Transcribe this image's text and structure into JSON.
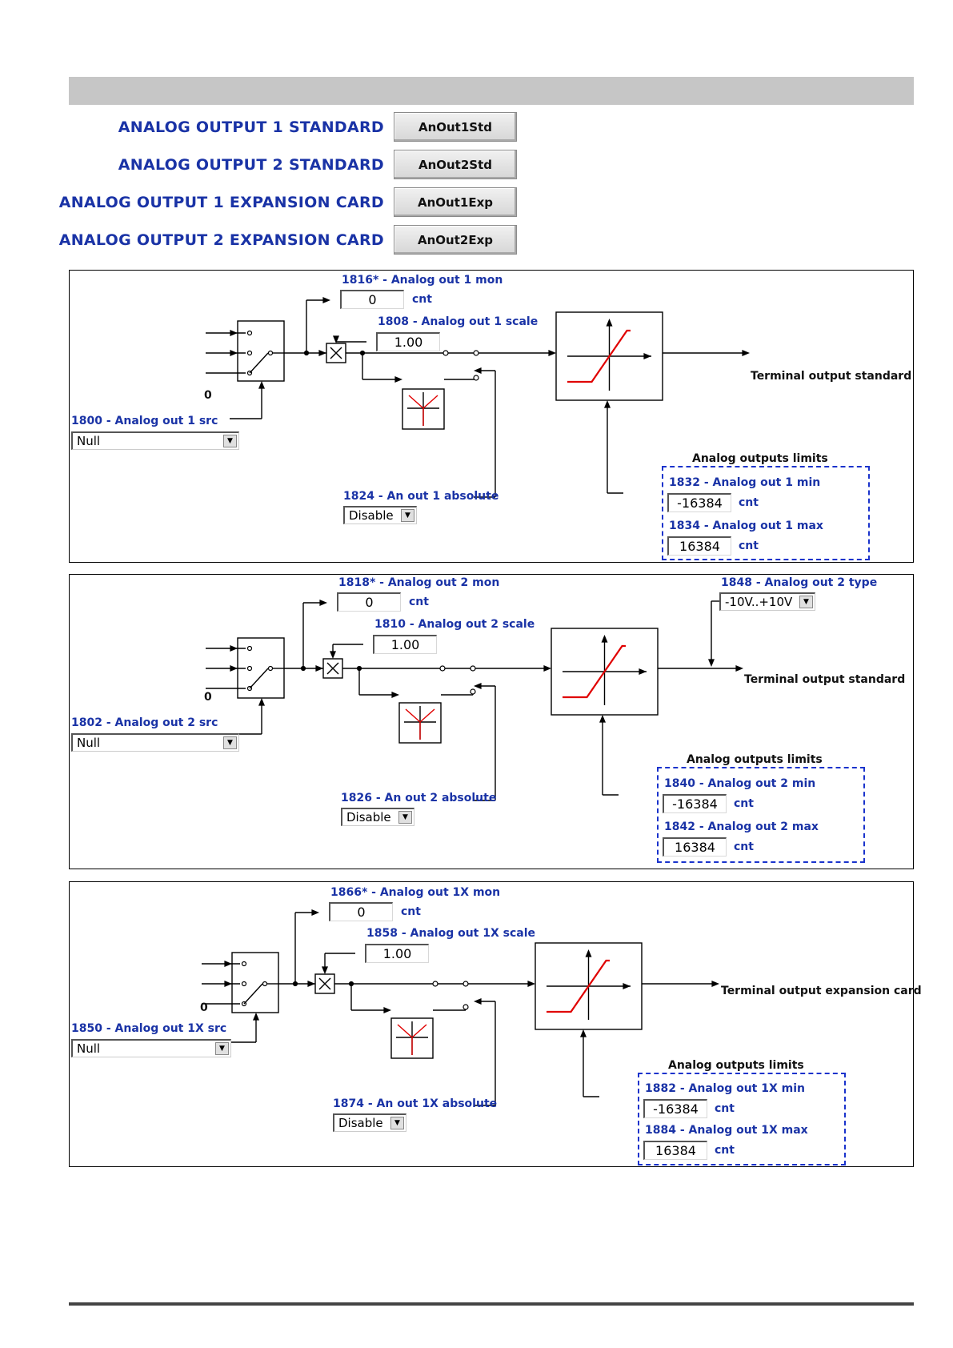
{
  "nav": [
    {
      "label": "ANALOG OUTPUT 1 STANDARD",
      "button": "AnOut1Std"
    },
    {
      "label": "ANALOG OUTPUT 2 STANDARD",
      "button": "AnOut2Std"
    },
    {
      "label": "ANALOG OUTPUT 1 EXPANSION CARD",
      "button": "AnOut1Exp"
    },
    {
      "label": "ANALOG OUTPUT 2 EXPANSION CARD",
      "button": "AnOut2Exp"
    }
  ],
  "colors": {
    "label_blue": "#1a33a6",
    "limits_border": "#1a33cc",
    "ramp_red": "#e00000"
  },
  "panels": [
    {
      "mon_label": "1816* - Analog out 1 mon",
      "mon_value": "0",
      "mon_unit": "cnt",
      "scale_label": "1808 - Analog out 1 scale",
      "scale_value": "1.00",
      "zero_input": "0",
      "src_label": "1800 - Analog out 1 src",
      "src_value": "Null",
      "abs_label": "1824 - An out 1 absolute",
      "abs_value": "Disable",
      "output_label": "Terminal output standard",
      "limits_title": "Analog outputs limits",
      "min_label": "1832 - Analog out 1 min",
      "min_value": "-16384",
      "min_unit": "cnt",
      "max_label": "1834 - Analog out 1 max",
      "max_value": "16384",
      "max_unit": "cnt"
    },
    {
      "mon_label": "1818* - Analog out 2 mon",
      "mon_value": "0",
      "mon_unit": "cnt",
      "scale_label": "1810 - Analog out 2 scale",
      "scale_value": "1.00",
      "zero_input": "0",
      "src_label": "1802 - Analog out 2 src",
      "src_value": "Null",
      "abs_label": "1826 - An out 2 absolute",
      "abs_value": "Disable",
      "output_label": "Terminal output standard",
      "type_label": "1848 - Analog out 2 type",
      "type_value": "-10V..+10V",
      "limits_title": "Analog outputs limits",
      "min_label": "1840 - Analog out 2 min",
      "min_value": "-16384",
      "min_unit": "cnt",
      "max_label": "1842 - Analog out 2 max",
      "max_value": "16384",
      "max_unit": "cnt"
    },
    {
      "mon_label": "1866* - Analog out 1X mon",
      "mon_value": "0",
      "mon_unit": "cnt",
      "scale_label": "1858 - Analog out 1X scale",
      "scale_value": "1.00",
      "zero_input": "0",
      "src_label": "1850 - Analog out 1X src",
      "src_value": "Null",
      "abs_label": "1874 - An out 1X absolute",
      "abs_value": "Disable",
      "output_label": "Terminal output expansion card",
      "limits_title": "Analog outputs limits",
      "min_label": "1882 - Analog out 1X min",
      "min_value": "-16384",
      "min_unit": "cnt",
      "max_label": "1884 - Analog out 1X max",
      "max_value": "16384",
      "max_unit": "cnt"
    }
  ]
}
